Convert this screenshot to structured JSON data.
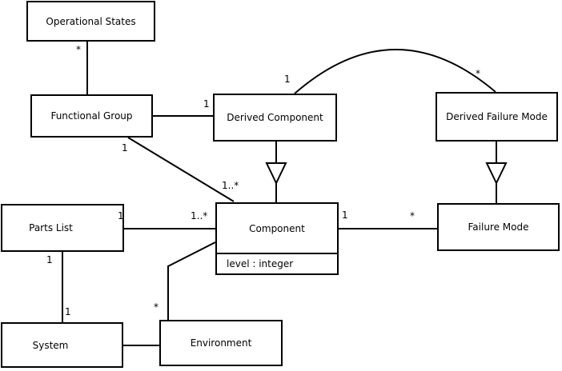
{
  "diagram": {
    "type": "uml-class-diagram",
    "colors": {
      "line": "#000000",
      "box_fill": "#ffffff",
      "background": "#ffffff",
      "text": "#000000"
    },
    "nodes": [
      {
        "id": "operational-states",
        "label": "Operational States"
      },
      {
        "id": "functional-group",
        "label": "Functional Group"
      },
      {
        "id": "derived-component",
        "label": "Derived Component"
      },
      {
        "id": "derived-failure-mode",
        "label": "Derived Failure Mode"
      },
      {
        "id": "parts-list",
        "label": "Parts List"
      },
      {
        "id": "component",
        "label": "Component",
        "attributes": [
          "level : integer"
        ]
      },
      {
        "id": "failure-mode",
        "label": "Failure Mode"
      },
      {
        "id": "system",
        "label": "System"
      },
      {
        "id": "environment",
        "label": "Environment"
      }
    ],
    "edges": [
      {
        "from": "operational-states",
        "to": "functional-group",
        "type": "association"
      },
      {
        "from": "functional-group",
        "to": "derived-component",
        "type": "association"
      },
      {
        "from": "derived-component",
        "to": "derived-failure-mode",
        "type": "association-arc"
      },
      {
        "from": "derived-component",
        "to": "component",
        "type": "generalization"
      },
      {
        "from": "derived-failure-mode",
        "to": "failure-mode",
        "type": "generalization"
      },
      {
        "from": "functional-group",
        "to": "component",
        "type": "association"
      },
      {
        "from": "parts-list",
        "to": "component",
        "type": "association"
      },
      {
        "from": "component",
        "to": "failure-mode",
        "type": "association"
      },
      {
        "from": "component",
        "to": "environment",
        "type": "association"
      },
      {
        "from": "parts-list",
        "to": "system",
        "type": "association"
      },
      {
        "from": "system",
        "to": "environment",
        "type": "association"
      }
    ],
    "multiplicities": [
      {
        "id": "operational-states-end",
        "text": "*"
      },
      {
        "id": "derived-component-left",
        "text": "1"
      },
      {
        "id": "derived-component-top",
        "text": "1"
      },
      {
        "id": "derived-failure-mode-top",
        "text": "*"
      },
      {
        "id": "functional-group-bottom",
        "text": "1"
      },
      {
        "id": "component-top-left",
        "text": "1..*"
      },
      {
        "id": "parts-list-right",
        "text": "1"
      },
      {
        "id": "component-left",
        "text": "1..*"
      },
      {
        "id": "component-right",
        "text": "1"
      },
      {
        "id": "failure-mode-left",
        "text": "*"
      },
      {
        "id": "parts-list-bottom",
        "text": "1"
      },
      {
        "id": "system-top",
        "text": "1"
      },
      {
        "id": "environment-top",
        "text": "*"
      }
    ]
  }
}
